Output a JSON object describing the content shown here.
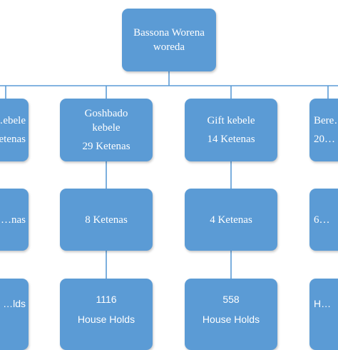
{
  "root": {
    "line1": "Bassona Worena",
    "line2": "woreda"
  },
  "kebeles": [
    {
      "line1": "…ebele",
      "line2": "…etenas"
    },
    {
      "line1": "Goshbado",
      "line2": "kebele",
      "line3": "29 Ketenas"
    },
    {
      "line1": "Gift kebele",
      "line2": "14 Ketenas"
    },
    {
      "line1": "Bere…",
      "line2": "20…"
    }
  ],
  "ketenas": [
    {
      "label": "…nas"
    },
    {
      "label": "8 Ketenas"
    },
    {
      "label": "4 Ketenas"
    },
    {
      "label": "6…"
    }
  ],
  "households": [
    {
      "count": "",
      "label": "…lds"
    },
    {
      "count": "1116",
      "label": "House Holds"
    },
    {
      "count": "558",
      "label": "House Holds"
    },
    {
      "count": "",
      "label": "H…"
    }
  ],
  "colors": {
    "node_fill": "#5b9bd5",
    "connector": "#5b9bd5",
    "text": "#ffffff"
  }
}
